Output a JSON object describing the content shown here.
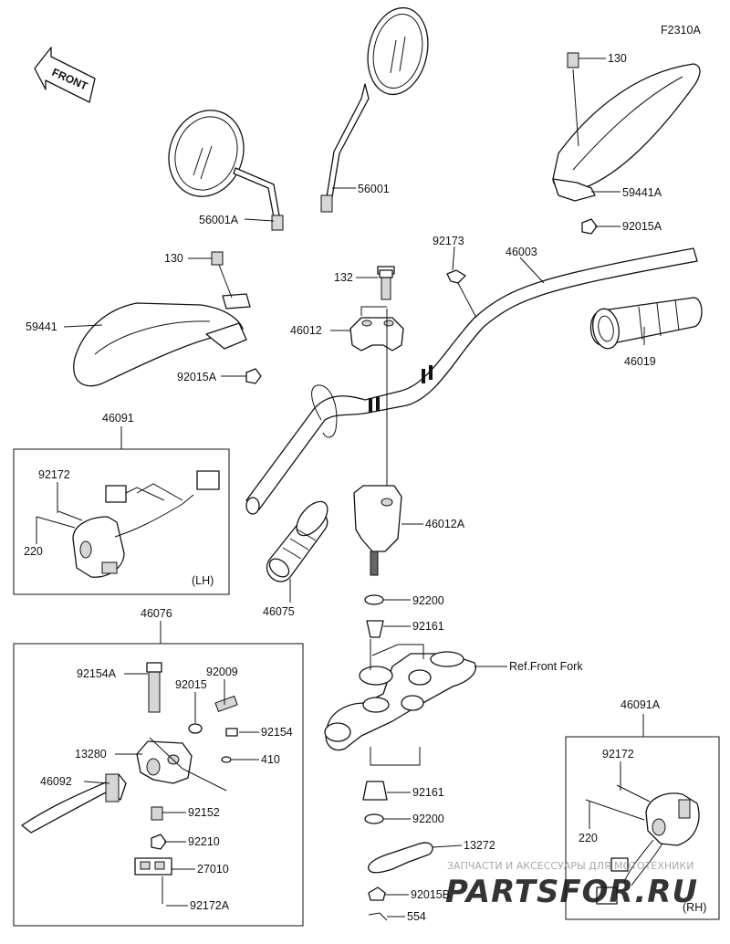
{
  "figure_code": "F2310A",
  "front_label": "FRONT",
  "ref_label": "Ref.Front Fork",
  "boxes": {
    "lh_switch": {
      "code": "46091",
      "side": "(LH)"
    },
    "lever": {
      "code": "46076"
    },
    "rh_switch": {
      "code": "46091A",
      "side": "(RH)"
    }
  },
  "parts": {
    "p56001A": "56001A",
    "p56001": "56001",
    "p130_top": "130",
    "p59441A": "59441A",
    "p92015A_top": "92015A",
    "p130_left": "130",
    "p59441": "59441",
    "p92015A_left": "92015A",
    "p92173": "92173",
    "p46003": "46003",
    "p132": "132",
    "p46012": "46012",
    "p46019": "46019",
    "p92172_lh": "92172",
    "p220_lh": "220",
    "p46012A": "46012A",
    "p46075": "46075",
    "p92200_top": "92200",
    "p92161_top": "92161",
    "p92154A": "92154A",
    "p92009": "92009",
    "p92015": "92015",
    "p92154": "92154",
    "p13280": "13280",
    "p410": "410",
    "p46092": "46092",
    "p92152": "92152",
    "p92210": "92210",
    "p27010": "27010",
    "p92172A": "92172A",
    "p92161_bot": "92161",
    "p92200_bot": "92200",
    "p13272": "13272",
    "p92015B": "92015B",
    "p554": "554",
    "p92172_rh": "92172",
    "p220_rh": "220"
  },
  "watermark": {
    "line1": "ЗАПЧАСТИ И АКСЕССУАРЫ ДЛЯ МОТОТЕХНИКИ",
    "line2": "PARTSFOR.RU",
    "color": "#e6394a"
  }
}
